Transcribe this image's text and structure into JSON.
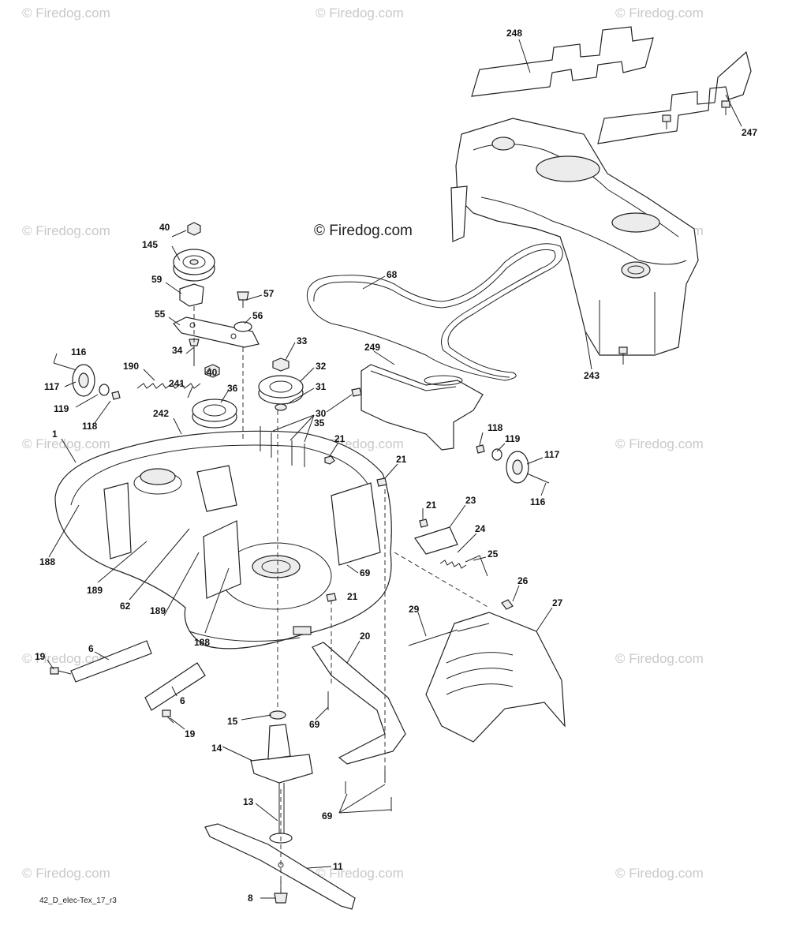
{
  "watermarks": [
    "© Firedog.com",
    "© Firedog.com",
    "© Firedog.com",
    "© Firedog.com",
    "© Firedog.com",
    "© Firedog.com",
    "© Firedog.com",
    "© Firedog.com",
    "© Firedog.com",
    "© Firedog.com",
    "© Firedog.com",
    "© Firedog.com",
    "© Firedog.com"
  ],
  "watermark_main": "© Firedog.com",
  "drawing_code": "42_D_elec-Tex_17_r3",
  "callouts": {
    "c248": "248",
    "c247": "247",
    "c243": "243",
    "c68": "68",
    "c249": "249",
    "c40a": "40",
    "c145": "145",
    "c59": "59",
    "c57": "57",
    "c55": "55",
    "c56": "56",
    "c33": "33",
    "c34": "34",
    "c32": "32",
    "c40b": "40",
    "c31": "31",
    "c36": "36",
    "c116a": "116",
    "c190": "190",
    "c117a": "117",
    "c241": "241",
    "c119a": "119",
    "c118a": "118",
    "c242": "242",
    "c30": "30",
    "c35": "35",
    "c1": "1",
    "c21a": "21",
    "c21b": "21",
    "c21c": "21",
    "c21d": "21",
    "c118b": "118",
    "c119b": "119",
    "c117b": "117",
    "c116b": "116",
    "c23": "23",
    "c24": "24",
    "c25": "25",
    "c188a": "188",
    "c189a": "189",
    "c62": "62",
    "c189b": "189",
    "c69a": "69",
    "c26": "26",
    "c188b": "188",
    "c29": "29",
    "c27": "27",
    "c20": "20",
    "c19a": "19",
    "c6a": "6",
    "c6b": "6",
    "c19b": "19",
    "c69b": "69",
    "c15": "15",
    "c14": "14",
    "c69c": "69",
    "c13": "13",
    "c11": "11",
    "c8": "8"
  }
}
